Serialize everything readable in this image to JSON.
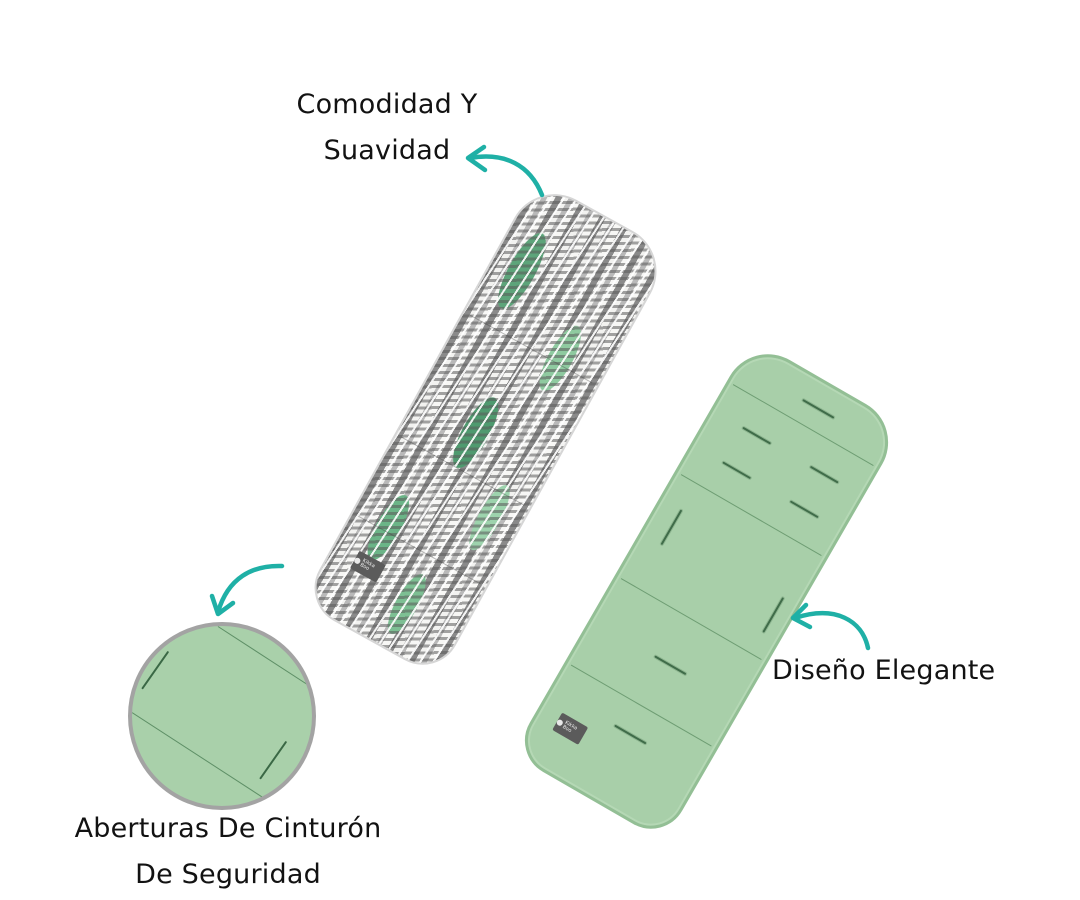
{
  "labels": {
    "comfort": {
      "line1": "Comodidad Y",
      "line2": "Suavidad"
    },
    "design": {
      "text": "Diseño Elegante"
    },
    "belt": {
      "line1": "Aberturas De Cinturón",
      "line2": "De Seguridad"
    }
  },
  "products": {
    "pattern_pad": {
      "pattern": "green-grey-leaf-print",
      "tag_text": "Kikka Boo"
    },
    "green_pad": {
      "color": "#a8cfa9",
      "tag_text": "Kikka Boo"
    },
    "zoom_detail": {
      "border_color": "#a3a3a3"
    }
  },
  "colors": {
    "arrow": "#1fb0a6",
    "text": "#121212",
    "pad_green": "#a8cfa9"
  },
  "icons": {
    "comfort_arrow": "curved-arrow-left",
    "design_arrow": "curved-arrow-left",
    "belt_arrow": "curved-arrow-down"
  }
}
